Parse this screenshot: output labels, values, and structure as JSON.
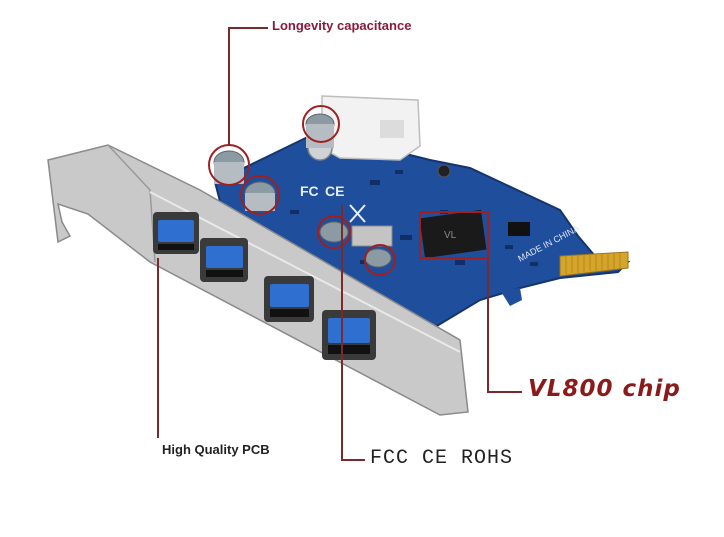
{
  "labels": {
    "capacitance": "Longevity capacitance",
    "chip": "VL800 chip",
    "certifications": "FCC CE ROHS",
    "pcb": "High Quality PCB"
  },
  "board": {
    "chip_text": "VL",
    "made_in": "MADE IN CHINA",
    "usb_port_count": 4
  },
  "colors": {
    "pcb": "#1f4e9c",
    "bracket": "#c9c9c9",
    "usb_insert": "#2f6fd0",
    "callout_line": "#7a2a2a",
    "highlight_circle": "#a02020",
    "capacitance_text": "#8b1a3a",
    "chip_text": "#8b1a1a"
  }
}
